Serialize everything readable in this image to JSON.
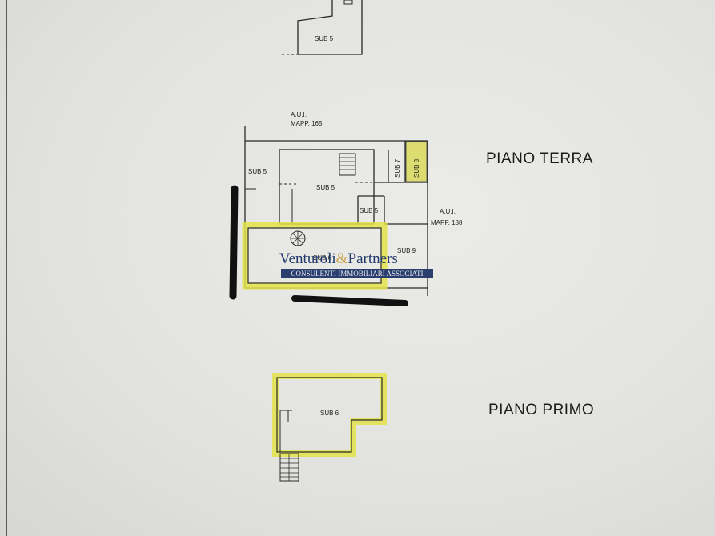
{
  "sheet": {
    "floor_ground_title": "PIANO TERRA",
    "floor_first_title": "PIANO PRIMO"
  },
  "top_unit": {
    "label": "SUB 5"
  },
  "ground": {
    "north_neighbor": {
      "line1": "A.U.I.",
      "line2": "MAPP. 165"
    },
    "east_neighbor": {
      "line1": "A.U.I.",
      "line2": "MAPP. 188"
    },
    "rooms": {
      "sub5_west": "SUB 5",
      "sub5_center": "SUB 5",
      "sub5_small": "SUB 5",
      "sub7": "SUB 7",
      "sub8": "SUB 8",
      "sub9": "SUB 9",
      "sub6": "SUB 6"
    }
  },
  "first": {
    "rooms": {
      "sub6": "SUB 6"
    }
  },
  "watermark": {
    "name_part1": "Venturoli",
    "ampersand": "&",
    "name_part2": "Partners",
    "tagline": "CONSULENTI IMMOBILIARI ASSOCIATI"
  },
  "colors": {
    "highlight": "#e6e63a",
    "ink": "#2a2a2a",
    "wall": "#111111",
    "brand": "#233a6b"
  }
}
